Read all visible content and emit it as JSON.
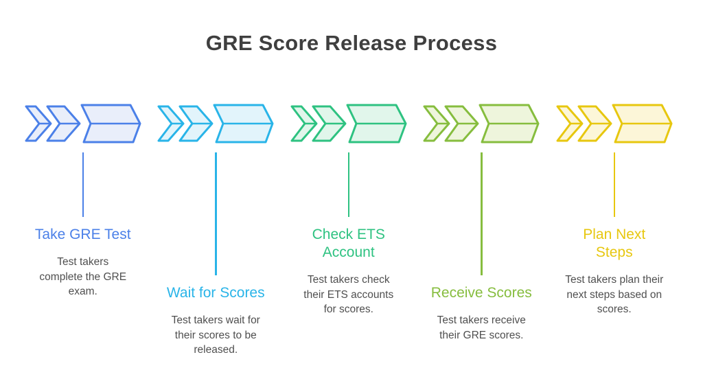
{
  "title": "GRE Score Release Process",
  "colors": {
    "heading": "#3f3f3f",
    "body_text": "#4f4f4f",
    "background": "#ffffff"
  },
  "steps": [
    {
      "label": "Take GRE Test",
      "description": "Test takers complete the GRE exam.",
      "accent_color": "#4b80e8",
      "fill_color": "#e9eefa",
      "icon": "triple-chevron-right-icon"
    },
    {
      "label": "Wait for Scores",
      "description": "Test takers wait for their scores to be released.",
      "accent_color": "#29b4e8",
      "fill_color": "#e2f4fb",
      "icon": "triple-chevron-right-icon"
    },
    {
      "label": "Check ETS Account",
      "description": "Test takers check their ETS accounts for scores.",
      "accent_color": "#2ec281",
      "fill_color": "#e1f6eb",
      "icon": "triple-chevron-right-icon"
    },
    {
      "label": "Receive Scores",
      "description": "Test takers receive their GRE scores.",
      "accent_color": "#86bd3e",
      "fill_color": "#eef5dc",
      "icon": "triple-chevron-right-icon"
    },
    {
      "label": "Plan Next Steps",
      "description": "Test takers plan their next steps based on scores.",
      "accent_color": "#e7c70f",
      "fill_color": "#fcf6d8",
      "icon": "triple-chevron-right-icon"
    }
  ]
}
